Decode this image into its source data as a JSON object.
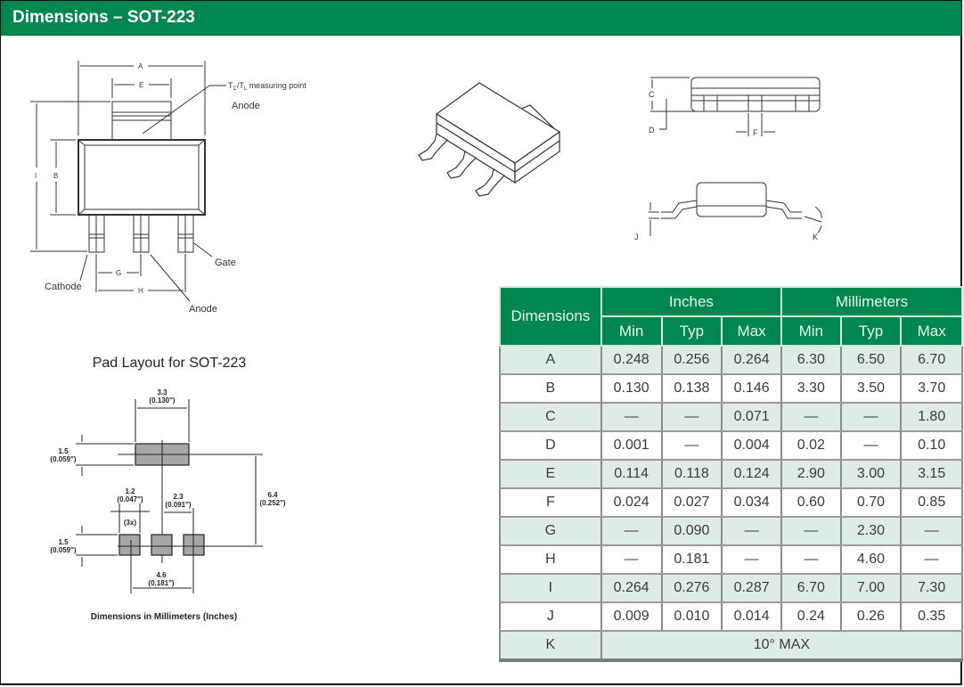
{
  "header": {
    "title": "Dimensions – SOT-223"
  },
  "package_drawing": {
    "dimension_letters": [
      "A",
      "E",
      "I",
      "B",
      "G",
      "H"
    ],
    "labels": {
      "measuring_point_tc": "T",
      "measuring_point_sub_c": "C",
      "measuring_point_slash": "/T",
      "measuring_point_sub_l": "L",
      "measuring_point_rest": " measuring point",
      "anode_top": "Anode",
      "gate": "Gate",
      "cathode": "Cathode",
      "anode_bottom": "Anode"
    }
  },
  "side_views": {
    "letters": [
      "C",
      "D",
      "F",
      "J",
      "K"
    ]
  },
  "pad_layout": {
    "title": "Pad Layout for SOT-223",
    "dims": {
      "top_width_mm": "3.3",
      "top_width_in": "(0.130\")",
      "top_height_mm": "1.5",
      "top_height_in": "(0.059\")",
      "small_width_mm": "1.2",
      "small_width_in": "(0.047\")",
      "count": "(3x)",
      "pitch_mm": "2.3",
      "pitch_in": "(0.091\")",
      "vertical_mm": "6.4",
      "vertical_in": "(0.252\")",
      "bottom_height_mm": "1.5",
      "bottom_height_in": "(0.059\")",
      "span_mm": "4.6",
      "span_in": "(0.181\")"
    },
    "caption": "Dimensions in Millimeters (Inches)"
  },
  "table": {
    "header_dimensions": "Dimensions",
    "group_inches": "Inches",
    "group_mm": "Millimeters",
    "subheaders": [
      "Min",
      "Typ",
      "Max",
      "Min",
      "Typ",
      "Max"
    ],
    "rows": [
      {
        "dim": "A",
        "values": [
          "0.248",
          "0.256",
          "0.264",
          "6.30",
          "6.50",
          "6.70"
        ]
      },
      {
        "dim": "B",
        "values": [
          "0.130",
          "0.138",
          "0.146",
          "3.30",
          "3.50",
          "3.70"
        ]
      },
      {
        "dim": "C",
        "values": [
          "—",
          "—",
          "0.071",
          "—",
          "—",
          "1.80"
        ]
      },
      {
        "dim": "D",
        "values": [
          "0.001",
          "—",
          "0.004",
          "0.02",
          "—",
          "0.10"
        ]
      },
      {
        "dim": "E",
        "values": [
          "0.114",
          "0.118",
          "0.124",
          "2.90",
          "3.00",
          "3.15"
        ]
      },
      {
        "dim": "F",
        "values": [
          "0.024",
          "0.027",
          "0.034",
          "0.60",
          "0.70",
          "0.85"
        ]
      },
      {
        "dim": "G",
        "values": [
          "—",
          "0.090",
          "—",
          "—",
          "2.30",
          "—"
        ]
      },
      {
        "dim": "H",
        "values": [
          "—",
          "0.181",
          "—",
          "—",
          "4.60",
          "—"
        ]
      },
      {
        "dim": "I",
        "values": [
          "0.264",
          "0.276",
          "0.287",
          "6.70",
          "7.00",
          "7.30"
        ]
      },
      {
        "dim": "J",
        "values": [
          "0.009",
          "0.010",
          "0.014",
          "0.24",
          "0.26",
          "0.35"
        ]
      }
    ],
    "row_k": {
      "dim": "K",
      "value": "10° MAX"
    }
  },
  "colors": {
    "header_green": "#00874f",
    "row_shade": "#dfece6",
    "pad_gray": "#a6a6a6"
  }
}
